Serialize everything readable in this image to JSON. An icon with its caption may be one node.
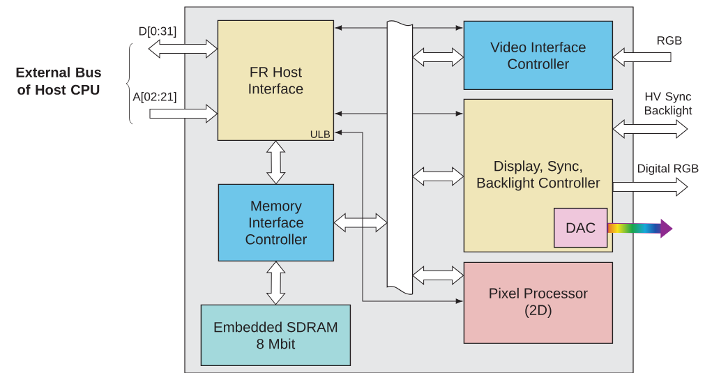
{
  "diagram": {
    "nodes": [
      {
        "text": [],
        "shape": "box"
      },
      {
        "text": [
          "FR Host Interface",
          "ULB"
        ],
        "in": 0
      },
      {
        "text": [],
        "shape": "bar",
        "in": 0
      },
      {
        "text": [
          "Video Interface Controller"
        ],
        "in": 0
      },
      {
        "text": [
          "Display, Sync, Backlight Controller"
        ],
        "in": 0
      },
      {
        "text": [
          "DAC"
        ],
        "in": 4
      },
      {
        "text": [
          "Memory Interface Controller"
        ],
        "in": 0
      },
      {
        "text": [
          "Embedded SDRAM 8 Mbit"
        ],
        "in": 0
      },
      {
        "text": [
          "Pixel Processor (2D)"
        ],
        "in": 0
      }
    ],
    "edges": [
      {
        "from": null,
        "to": 1,
        "arrow": "both",
        "label": "D[0:31]",
        "style": "thick"
      },
      {
        "from": null,
        "to": 1,
        "arrow": "to",
        "label": "A[02:21]",
        "style": "thick"
      },
      {
        "from": 1,
        "to": 6,
        "arrow": "both",
        "style": "thick"
      },
      {
        "from": 6,
        "to": 2,
        "arrow": "both",
        "style": "thick"
      },
      {
        "from": 6,
        "to": 7,
        "arrow": "both",
        "style": "thick"
      },
      {
        "from": 2,
        "to": 1,
        "arrow": "to"
      },
      {
        "from": 2,
        "to": 3,
        "arrow": "to"
      },
      {
        "from": 2,
        "to": 3,
        "arrow": "both",
        "style": "thick"
      },
      {
        "from": 2,
        "to": 1,
        "arrow": "to"
      },
      {
        "from": 2,
        "to": 4,
        "arrow": "to"
      },
      {
        "from": 2,
        "to": 4,
        "arrow": "both",
        "style": "thick"
      },
      {
        "from": 2,
        "to": 8,
        "arrow": "both",
        "style": "thick"
      },
      {
        "from": 1,
        "to": 8,
        "arrow": "both"
      },
      {
        "from": null,
        "to": 3,
        "arrow": "to",
        "label": "RGB",
        "style": "thick"
      },
      {
        "from": 4,
        "to": null,
        "arrow": "both",
        "label": "HV Sync Backlight",
        "style": "thick"
      },
      {
        "from": 4,
        "to": null,
        "arrow": "to",
        "label": "Digital RGB",
        "style": "thick"
      },
      {
        "from": 5,
        "to": null,
        "arrow": "to",
        "style": "thick"
      }
    ],
    "labels": [
      "External Bus of Host CPU"
    ]
  }
}
